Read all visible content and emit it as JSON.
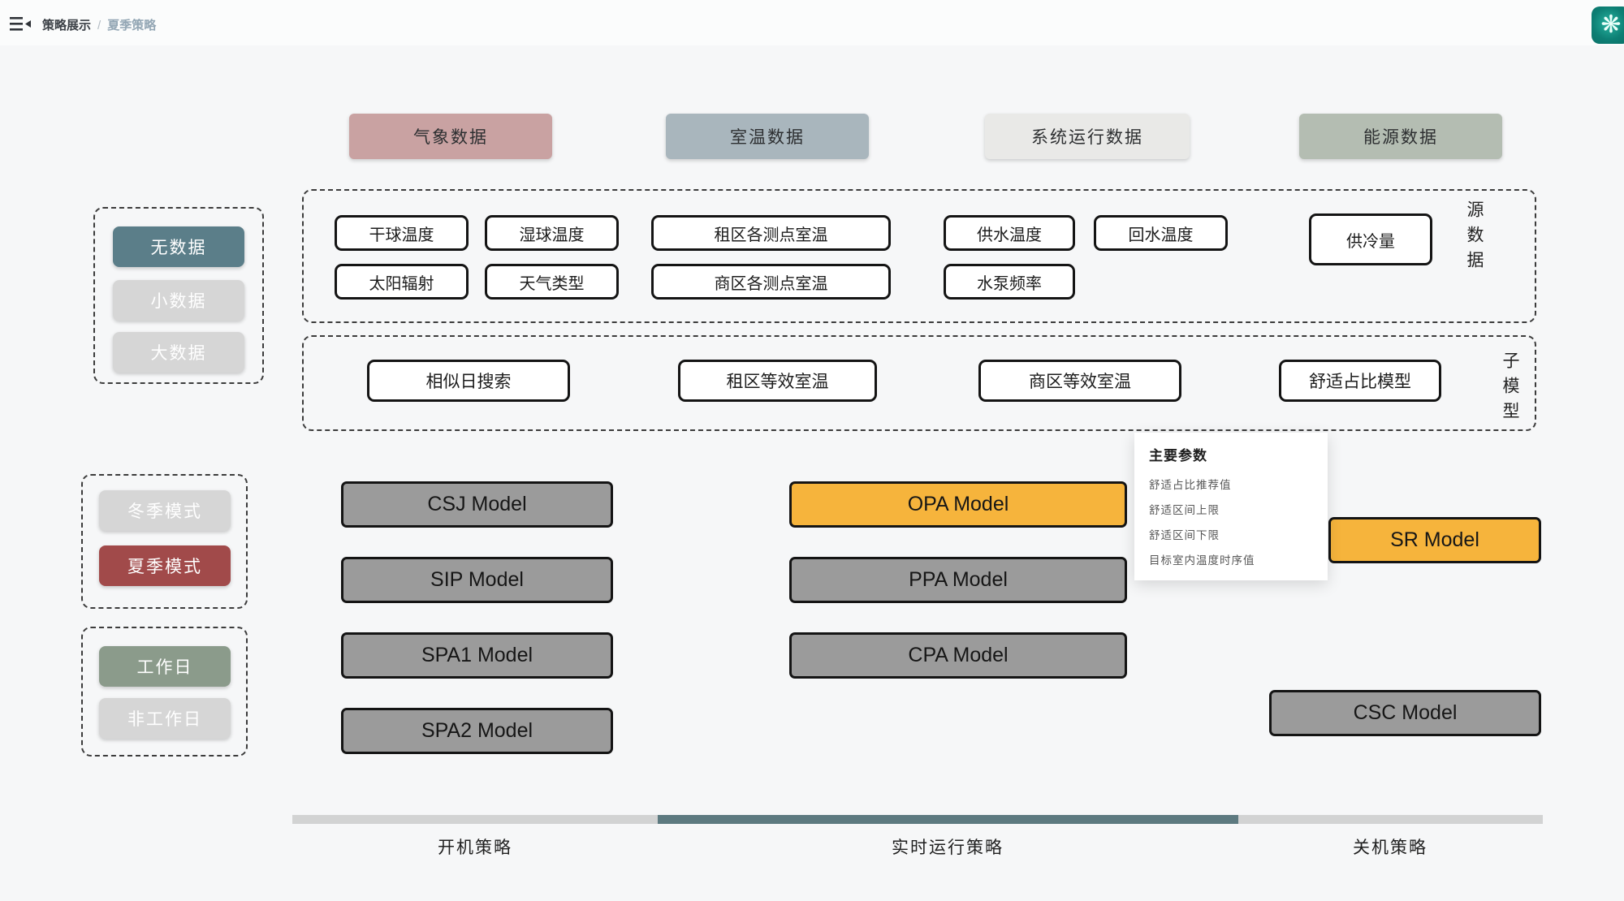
{
  "topbar": {
    "breadcrumb": {
      "root": "策略展示",
      "separator": "/",
      "current": "夏季策略"
    }
  },
  "data_categories": [
    {
      "label": "气象数据",
      "color": "#C9A2A2"
    },
    {
      "label": "室温数据",
      "color": "#A9B6BD"
    },
    {
      "label": "系统运行数据",
      "color": "#E9E9E7"
    },
    {
      "label": "能源数据",
      "color": "#B4BDB2"
    }
  ],
  "data_scale": {
    "items": [
      {
        "label": "无数据",
        "active": true,
        "color": "#5B7E89"
      },
      {
        "label": "小数据",
        "active": false,
        "color": "#D6D6D6"
      },
      {
        "label": "大数据",
        "active": false,
        "color": "#D6D6D6"
      }
    ]
  },
  "source_data": {
    "group_label": "源数据",
    "row1": [
      "干球温度",
      "湿球温度",
      "租区各测点室温",
      "供水温度",
      "回水温度"
    ],
    "row2": [
      "太阳辐射",
      "天气类型",
      "商区各测点室温",
      "水泵频率"
    ],
    "tall_item": "供冷量"
  },
  "sub_models": {
    "group_label": "子模型",
    "items": [
      "相似日搜索",
      "租区等效室温",
      "商区等效室温",
      "舒适占比模型"
    ]
  },
  "season_mode": {
    "items": [
      {
        "label": "冬季模式",
        "active": false,
        "color": "#D6D6D6"
      },
      {
        "label": "夏季模式",
        "active": true,
        "color": "#A14A4A"
      }
    ]
  },
  "day_mode": {
    "items": [
      {
        "label": "工作日",
        "active": true,
        "color": "#8B9B8B"
      },
      {
        "label": "非工作日",
        "active": false,
        "color": "#D6D6D6"
      }
    ]
  },
  "models": {
    "left_column": [
      "CSJ Model",
      "SIP Model",
      "SPA1 Model",
      "SPA2 Model"
    ],
    "middle_column": [
      {
        "label": "OPA Model",
        "highlighted": true
      },
      {
        "label": "PPA Model",
        "highlighted": false
      },
      {
        "label": "CPA Model",
        "highlighted": false
      }
    ],
    "right_column": [
      {
        "label": "SR Model",
        "highlighted": true
      },
      {
        "label": "CSC Model",
        "highlighted": false
      }
    ],
    "highlight_color": "#F6B43C",
    "default_color": "#9B9B9B"
  },
  "popup": {
    "title": "主要参数",
    "items": [
      "舒适占比推荐值",
      "舒适区间上限",
      "舒适区间下限",
      "目标室内温度时序值"
    ]
  },
  "timeline": {
    "phases": [
      {
        "label": "开机策略",
        "active": false
      },
      {
        "label": "实时运行策略",
        "active": true
      },
      {
        "label": "关机策略",
        "active": false
      }
    ],
    "active_color": "#5D7A80",
    "inactive_color": "#D2D3D3"
  }
}
